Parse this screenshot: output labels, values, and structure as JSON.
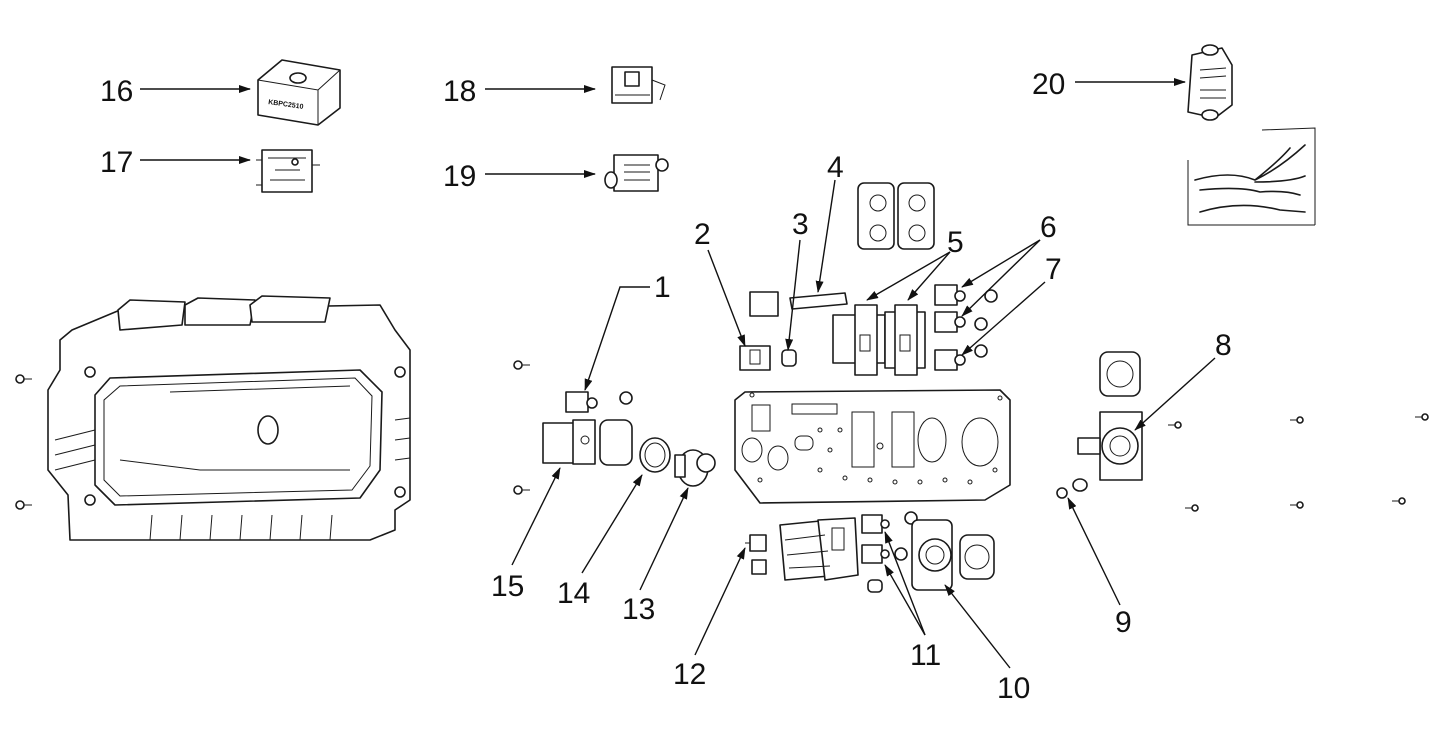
{
  "diagram": {
    "callouts": [
      "1",
      "2",
      "3",
      "4",
      "5",
      "6",
      "7",
      "8",
      "9",
      "10",
      "11",
      "12",
      "13",
      "14",
      "15",
      "16",
      "17",
      "18",
      "19",
      "20"
    ],
    "part16_marking": "KBPC2510",
    "arrow_color": "#111111",
    "line_color": "#1a1a1a",
    "background": "#ffffff"
  }
}
